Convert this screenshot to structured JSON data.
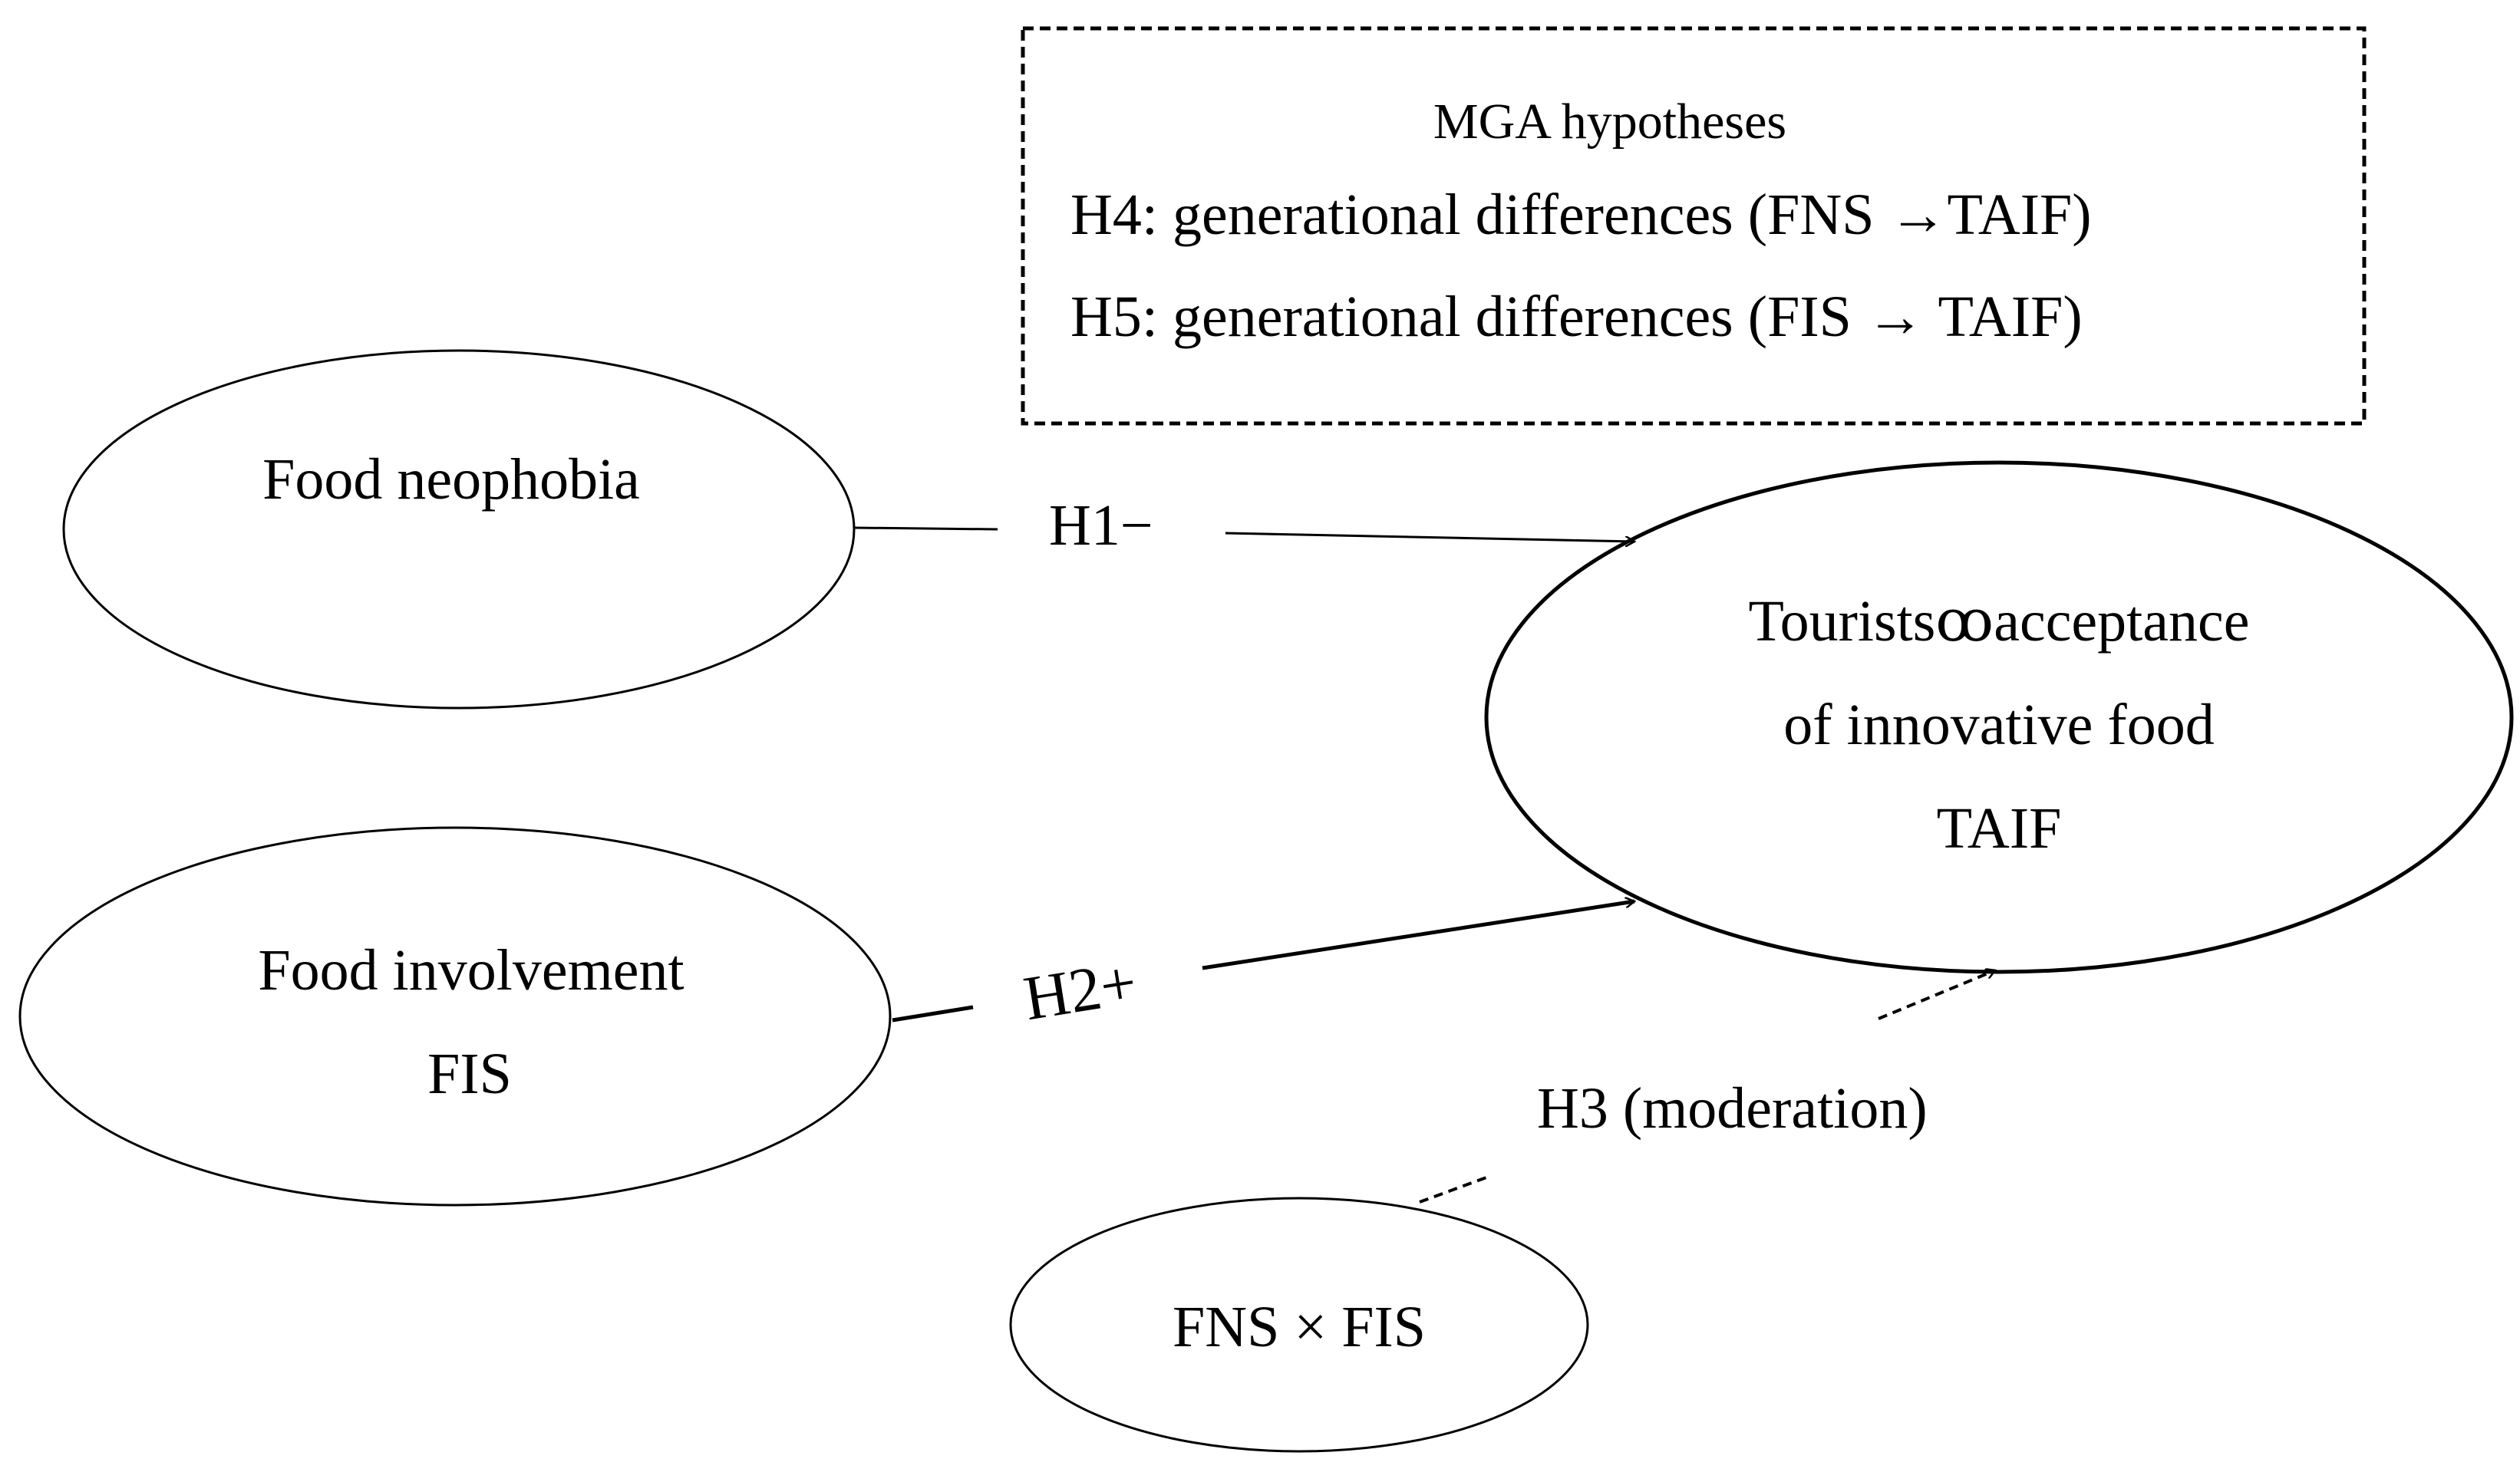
{
  "nodes": {
    "fns": {
      "lines": [
        "Food neophobia"
      ]
    },
    "fis": {
      "lines": [
        "Food involvement",
        "FIS"
      ]
    },
    "taif": {
      "lines": [
        "Touristsꝏacceptance",
        "of innovative food",
        "TAIF"
      ]
    },
    "interaction": {
      "lines": [
        "FNS × FIS"
      ]
    }
  },
  "paths": {
    "h1": {
      "label": "H1−"
    },
    "h2": {
      "label": "H2+"
    },
    "h3": {
      "label": "H3 (moderation)"
    }
  },
  "mga_box": {
    "title": "MGA hypotheses",
    "items": [
      "H4: generational differences (FNS →TAIF)",
      "H5: generational differences (FIS → TAIF)"
    ]
  }
}
